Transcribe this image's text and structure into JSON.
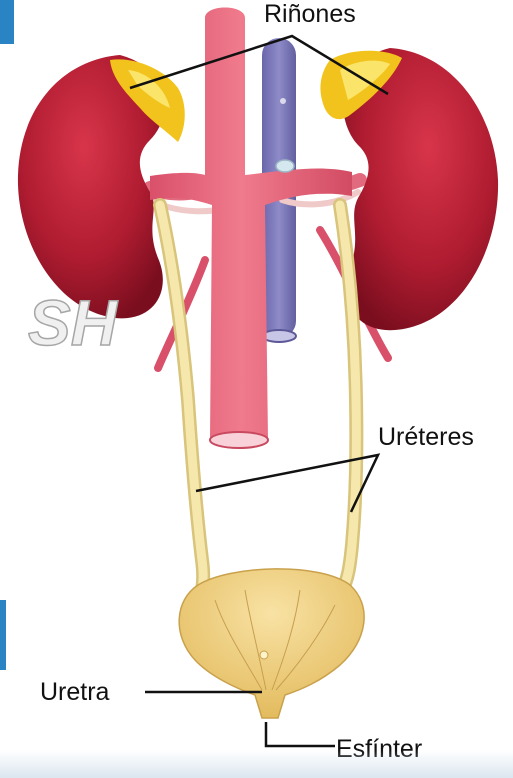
{
  "diagram": {
    "labels": {
      "kidneys": "Riñones",
      "ureters": "Uréteres",
      "urethra": "Uretra",
      "sphincter": "Esfínter"
    },
    "watermark": "SH",
    "colors": {
      "kidney": "#a8162a",
      "kidney_highlight": "#d8354a",
      "adrenal": "#f2c31c",
      "aorta": "#e86478",
      "vena_cava": "#7b78b8",
      "ureter": "#f3e3a0",
      "bladder": "#f0d486",
      "leader_line": "#111111"
    }
  }
}
